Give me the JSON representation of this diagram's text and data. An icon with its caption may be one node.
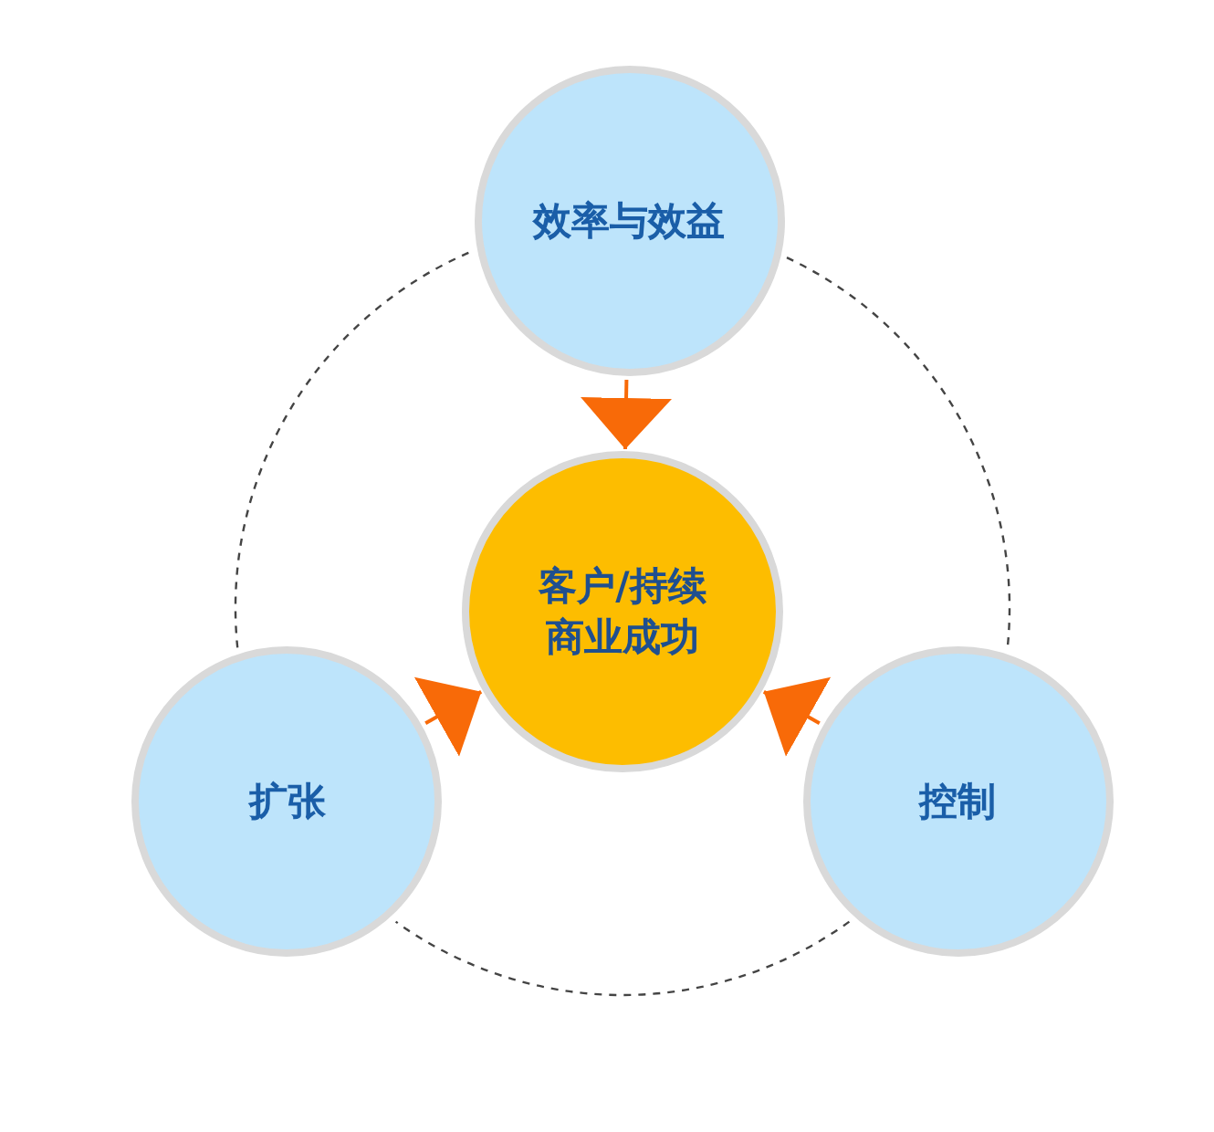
{
  "diagram": {
    "nodes": [
      {
        "text": [
          "效率与效益"
        ]
      },
      {
        "text": [
          "客户/持续商业成功"
        ]
      },
      {
        "text": [
          "扩张"
        ]
      },
      {
        "text": [
          "控制"
        ]
      }
    ],
    "edges": [
      {
        "from": 0,
        "to": 1,
        "arrow": "to"
      },
      {
        "from": 2,
        "to": 1,
        "arrow": "to"
      },
      {
        "from": 3,
        "to": 1,
        "arrow": "to"
      },
      {
        "from": 0,
        "to": 3,
        "arrow": "none",
        "style": "dashed",
        "color": "#444444"
      },
      {
        "from": 3,
        "to": 2,
        "arrow": "none",
        "style": "dashed",
        "color": "#444444"
      },
      {
        "from": 2,
        "to": 0,
        "arrow": "none",
        "style": "dashed",
        "color": "#444444"
      }
    ]
  }
}
